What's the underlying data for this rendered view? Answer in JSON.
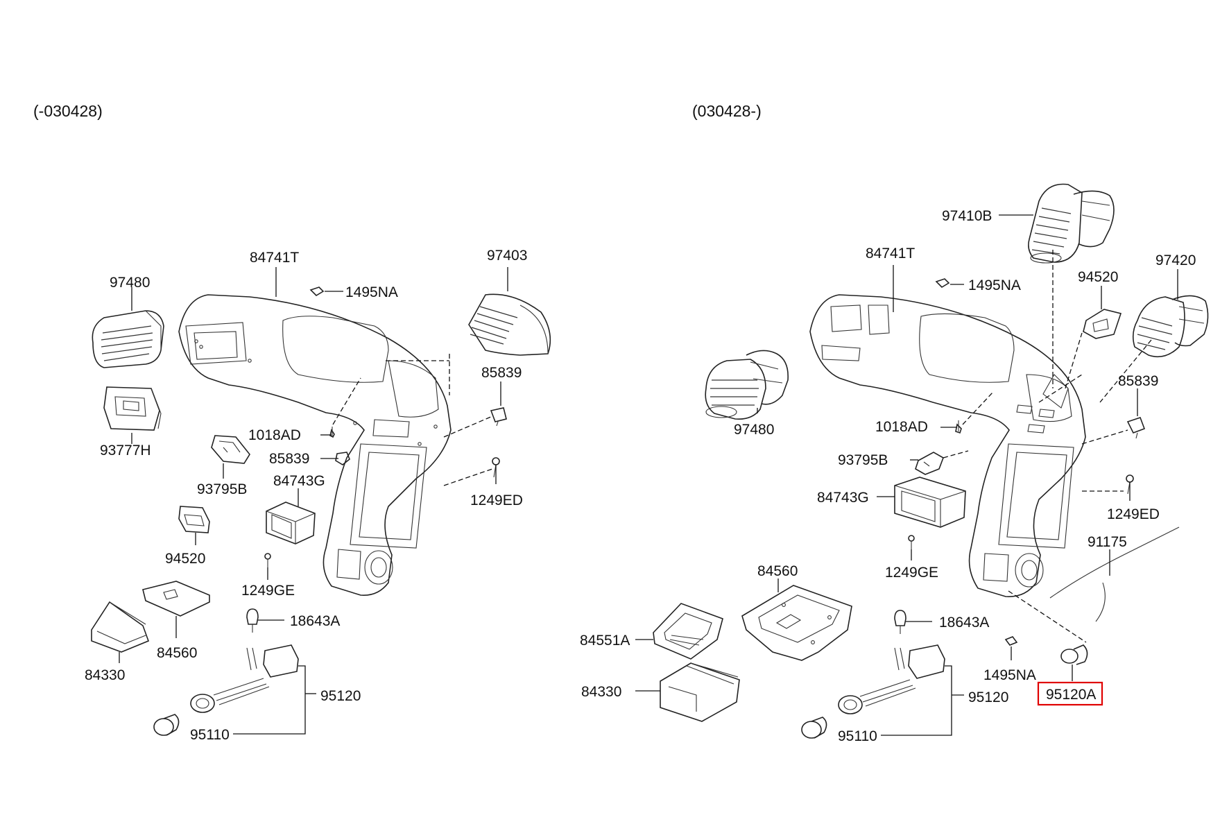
{
  "sections": [
    {
      "header": "(-030428)",
      "labels": [
        "84741T",
        "97480",
        "1495NA",
        "97403",
        "85839",
        "93777H",
        "1018AD",
        "85839",
        "93795B",
        "84743G",
        "1249ED",
        "94520",
        "1249GE",
        "18643A",
        "84330",
        "84560",
        "95120",
        "95110"
      ]
    },
    {
      "header": "(030428-)",
      "labels": [
        "97410B",
        "84741T",
        "1495NA",
        "94520",
        "97420",
        "97480",
        "85839",
        "1018AD",
        "93795B",
        "84743G",
        "1249ED",
        "91175",
        "84560",
        "1249GE",
        "18643A",
        "84551A",
        "1495NA",
        "84330",
        "95120",
        "95120A",
        "95110"
      ]
    }
  ],
  "highlighted_part": "95120A",
  "highlight_color": "#e00000"
}
